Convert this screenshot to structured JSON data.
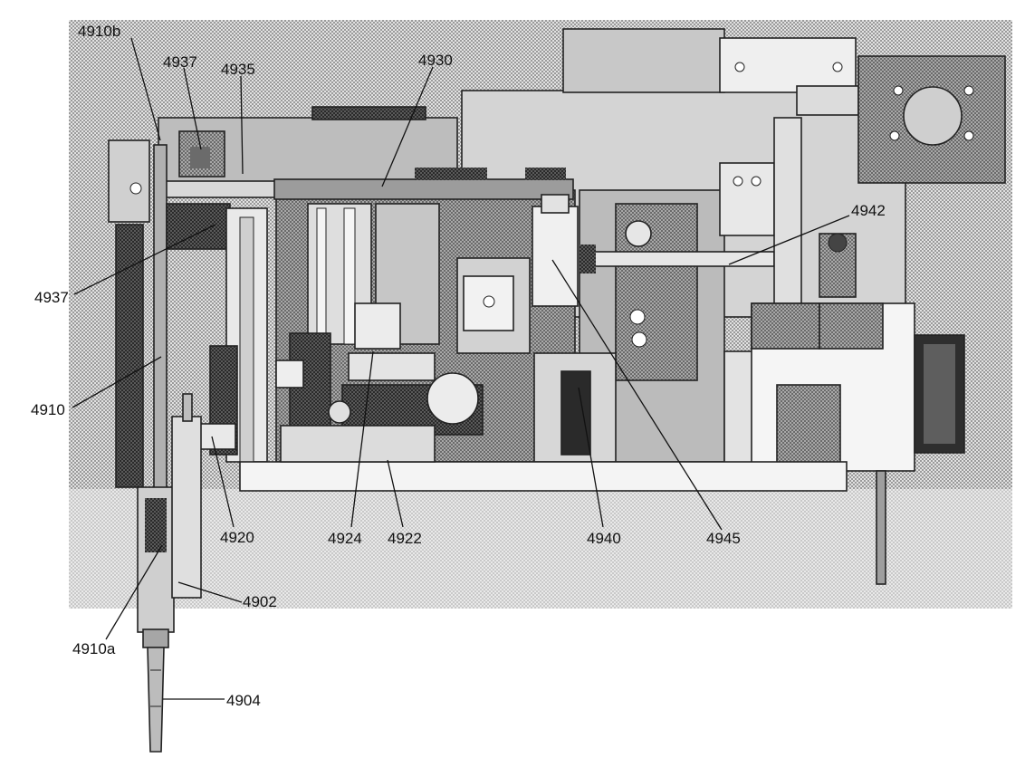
{
  "figure": {
    "labels": {
      "l4910b": "4910b",
      "l4937_top": "4937",
      "l4935": "4935",
      "l4930": "4930",
      "l4942": "4942",
      "l4937_side": "4937",
      "l4910": "4910",
      "l4920": "4920",
      "l4924": "4924",
      "l4922": "4922",
      "l4940": "4940",
      "l4945": "4945",
      "l4902": "4902",
      "l4910a": "4910a",
      "l4904": "4904"
    }
  },
  "colors": {
    "background": "#ffffff",
    "light_gray": "#c4c4c4",
    "mid_gray": "#8e8e8e",
    "dark_gray": "#4a4a4a",
    "near_black": "#1e1e1e",
    "line": "#111111"
  }
}
